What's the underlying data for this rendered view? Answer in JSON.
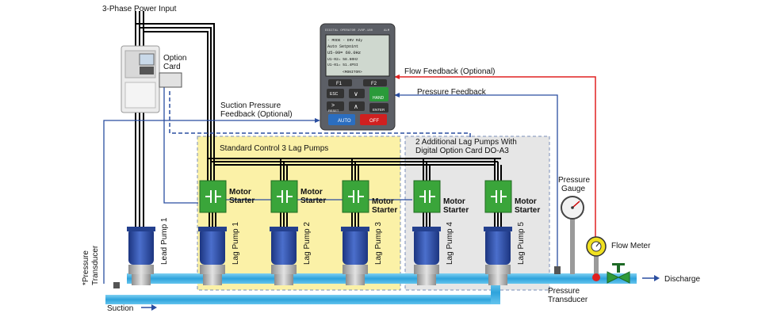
{
  "labels": {
    "power_input": "3-Phase Power Input",
    "option_card": [
      "Option",
      "Card"
    ],
    "suction_pressure_feedback": [
      "Suction Pressure",
      "Feedback (Optional)"
    ],
    "flow_feedback": "Flow Feedback (Optional)",
    "pressure_feedback": "Pressure Feedback",
    "standard_control": "Standard Control 3 Lag Pumps",
    "additional_pumps": [
      "2 Additional Lag Pumps With",
      "Digital Option Card DO-A3"
    ],
    "motor_starter": [
      "Motor",
      "Starter"
    ],
    "pressure_gauge": [
      "Pressure",
      "Gauge"
    ],
    "flow_meter": "Flow Meter",
    "discharge": "Discharge",
    "suction": "Suction",
    "pressure_transducer_left": [
      "*Pressure",
      "Transducer"
    ],
    "pressure_transducer_right": [
      "Pressure",
      "Transducer"
    ]
  },
  "pumps": [
    {
      "label": "Lead Pump 1"
    },
    {
      "label": "Lag Pump 1"
    },
    {
      "label": "Lag Pump 2"
    },
    {
      "label": "Lag Pump 3"
    },
    {
      "label": "Lag Pump 4"
    },
    {
      "label": "Lag Pump 5"
    }
  ],
  "keypad": {
    "header_left": "DIGITAL OPERATOR JVOP-180",
    "header_right": "ALM",
    "line1": "- MODE -       DRV  Rdy",
    "line2": "   Auto Setpoint",
    "line3": "U5-99=    60.0Hz",
    "line4": "U1-02=   58.60Hz",
    "line5": "U1-01=    51.4PSI",
    "line6": "<MONITOR>",
    "keys": {
      "f1": "F1",
      "f2": "F2",
      "esc": "ESC",
      "hand": "HAND",
      "reset": "RESET",
      "enter": "ENTER",
      "auto": "AUTO",
      "off": "OFF"
    }
  },
  "colors": {
    "water": "#3aaee0",
    "motor_starter": "#3aa53a",
    "pump_blue": "#2f4fa8",
    "standard_zone": "#fbf1a7",
    "additional_zone": "#e6e6e6",
    "feedback_blue": "#2a4ea0",
    "flow_red": "#e02020",
    "flow_meter": "#f0e020",
    "valve": "#2f9a3a"
  }
}
